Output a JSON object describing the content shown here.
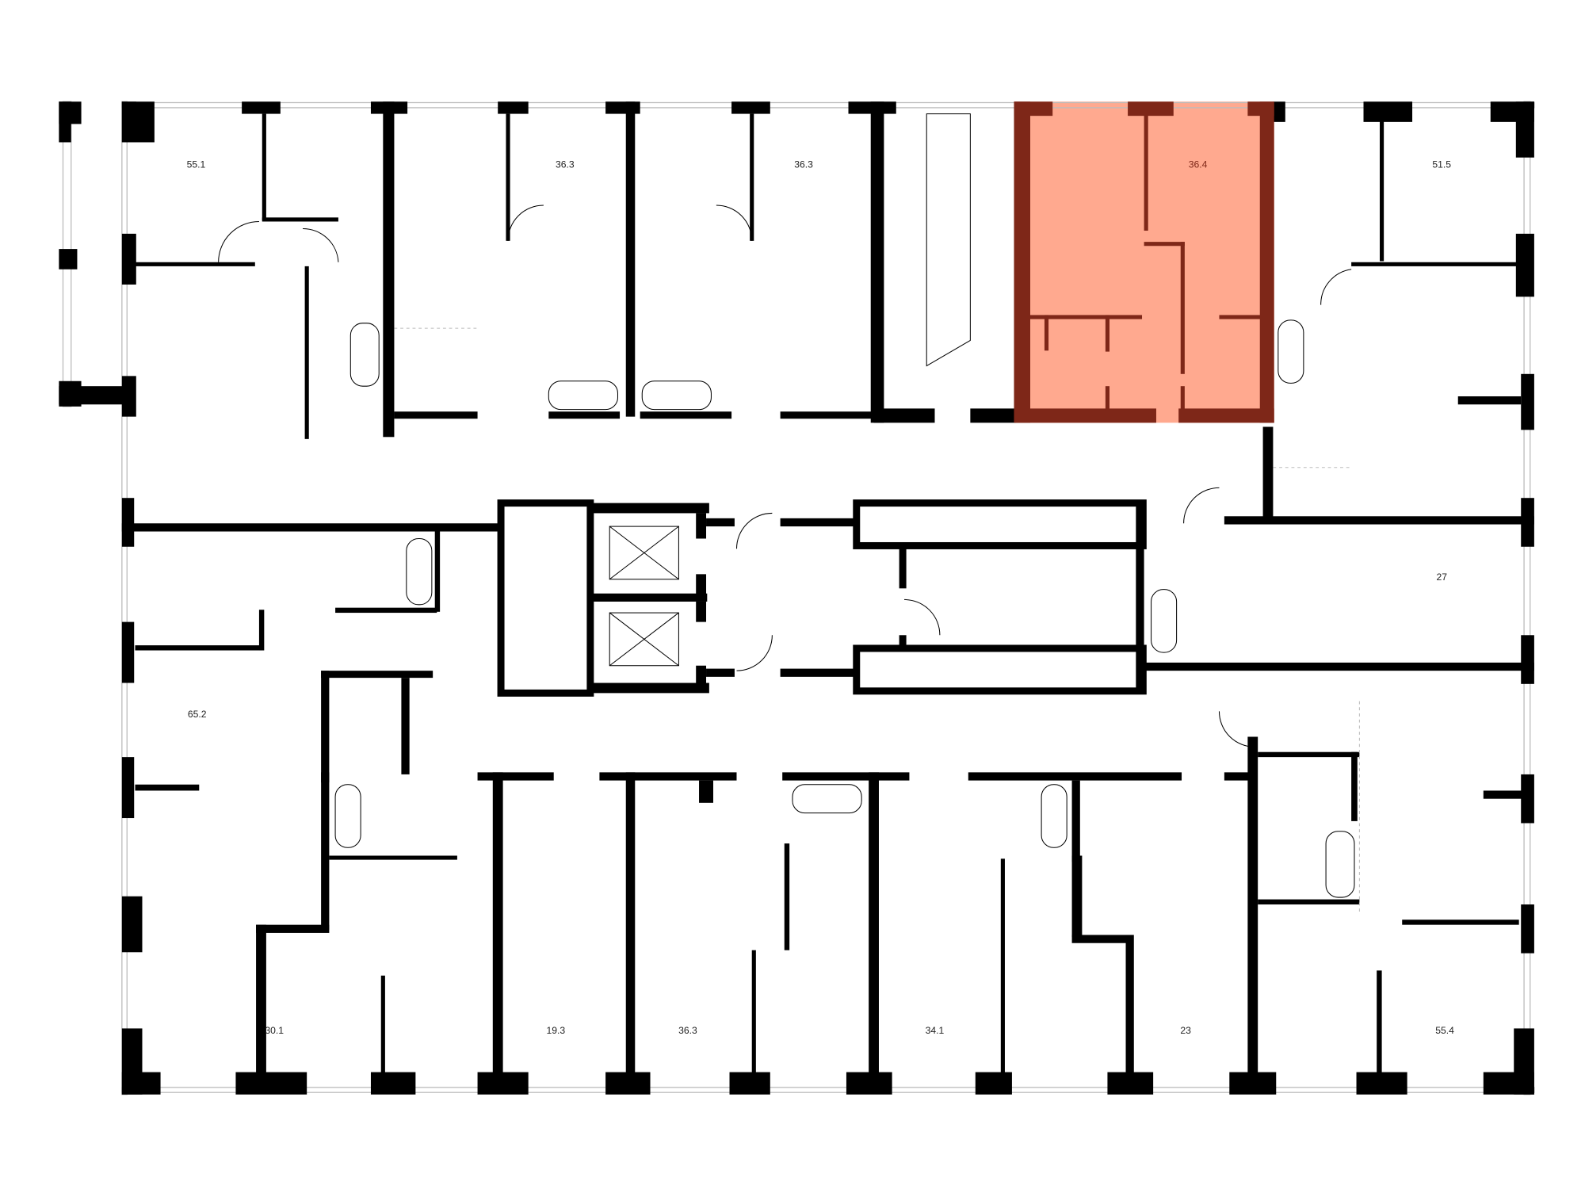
{
  "plan": {
    "colors": {
      "selected_fill": "#FFA98F",
      "selected_wall": "#7E2718",
      "wall": "#000000",
      "background": "#FFFFFF"
    },
    "apartments": [
      {
        "id": "apt-55-1",
        "area": "55.1",
        "selected": false
      },
      {
        "id": "apt-36-3-a",
        "area": "36.3",
        "selected": false
      },
      {
        "id": "apt-36-3-b",
        "area": "36.3",
        "selected": false
      },
      {
        "id": "apt-36-4",
        "area": "36.4",
        "selected": true
      },
      {
        "id": "apt-51-5",
        "area": "51.5",
        "selected": false
      },
      {
        "id": "apt-27",
        "area": "27",
        "selected": false
      },
      {
        "id": "apt-65-2",
        "area": "65.2",
        "selected": false
      },
      {
        "id": "apt-30-1",
        "area": "30.1",
        "selected": false
      },
      {
        "id": "apt-19-3",
        "area": "19.3",
        "selected": false
      },
      {
        "id": "apt-36-3-c",
        "area": "36.3",
        "selected": false
      },
      {
        "id": "apt-34-1",
        "area": "34.1",
        "selected": false
      },
      {
        "id": "apt-23",
        "area": "23",
        "selected": false
      },
      {
        "id": "apt-55-4",
        "area": "55.4",
        "selected": false
      }
    ]
  }
}
